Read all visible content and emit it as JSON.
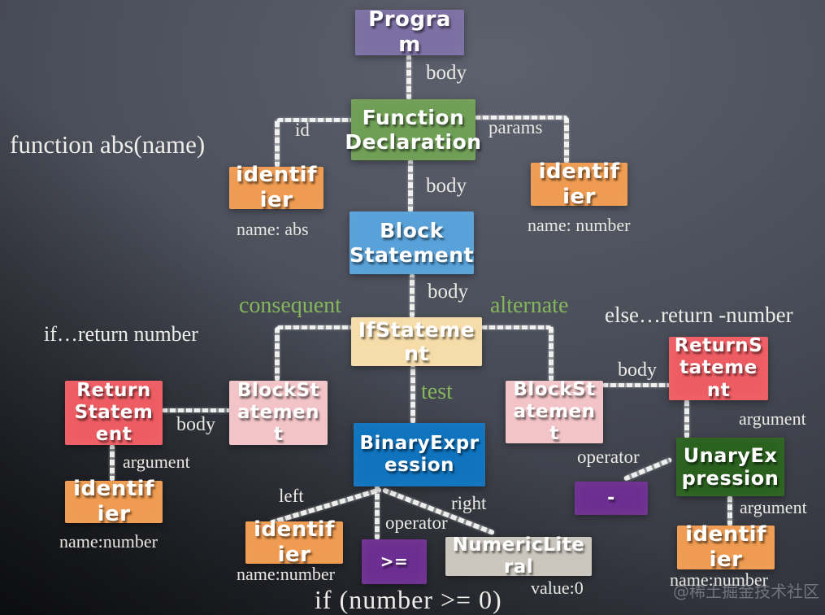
{
  "palette": {
    "board_background": "#3e414a",
    "chalk_line": "#f5f5f2",
    "edge_label_text": "#ebe9e4",
    "branch_label_green": "#85b55c",
    "program": "#7c6fa3",
    "function_declaration": "#6f9e55",
    "identifier": "#ef9b51",
    "block_statement": "#58a1d9",
    "if_statement": "#f6dca9",
    "block_statement_branch": "#f2c4c7",
    "return_statement": "#ee5c63",
    "binary_expression": "#0f73be",
    "operator": "#6c2e90",
    "numeric_literal": "#cac6be",
    "unary_expression": "#2a611f"
  },
  "nodes": {
    "program": {
      "label": "Program"
    },
    "function_declaration": {
      "label": "Function Declaration"
    },
    "identifier_abs": {
      "label": "identifier",
      "value": "name: abs"
    },
    "identifier_params": {
      "label": "identifier",
      "value": "name: number"
    },
    "block_statement": {
      "label": "Block Statement"
    },
    "if_statement": {
      "label": "IfStatement"
    },
    "block_left": {
      "label": "BlockStatement"
    },
    "return_left": {
      "label": "ReturnStatement"
    },
    "identifier_left": {
      "label": "identifier",
      "value": "name:number"
    },
    "binary_expression": {
      "label": "BinaryExpression"
    },
    "identifier_test": {
      "label": "identifier",
      "value": "name:number"
    },
    "operator_gte": {
      "label": ">="
    },
    "numeric_literal": {
      "label": "NumericLiteral",
      "value": "value:0"
    },
    "block_right": {
      "label": "BlockStatement"
    },
    "return_right": {
      "label": "ReturnStatement"
    },
    "unary_expression": {
      "label": "UnaryExpression"
    },
    "operator_minus": {
      "label": "-"
    },
    "identifier_right": {
      "label": "identifier",
      "value": "name:number"
    }
  },
  "edges": {
    "body_program": "body",
    "id": "id",
    "params": "params",
    "body_function": "body",
    "body_block": "body",
    "consequent": "consequent",
    "alternate": "alternate",
    "test": "test",
    "body_left": "body",
    "argument_left": "argument",
    "left": "left",
    "operator_center": "operator",
    "right": "right",
    "body_right": "body",
    "argument_right_1": "argument",
    "operator_right": "operator",
    "argument_right_2": "argument"
  },
  "annotations": {
    "source_code": "function abs(name)",
    "if_branch": "if…return number",
    "else_branch": "else…return -number",
    "test_code": "if (number >= 0)",
    "watermark": "@稀土掘金技术社区"
  }
}
